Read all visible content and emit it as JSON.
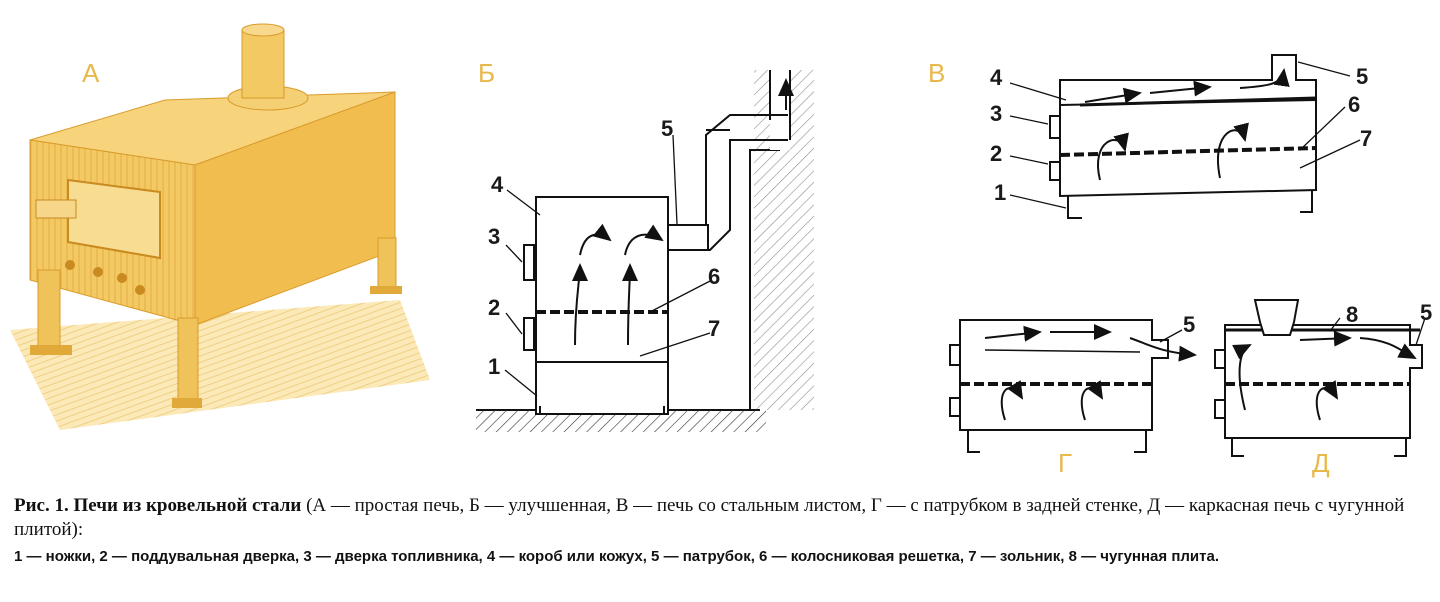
{
  "panels": {
    "a": "А",
    "b": "Б",
    "v": "В",
    "g": "Г",
    "d": "Д"
  },
  "part_labels": {
    "p1": "1",
    "p2": "2",
    "p3": "3",
    "p4": "4",
    "p5": "5",
    "p6": "6",
    "p7": "7",
    "p8": "8"
  },
  "caption": {
    "lead": "Рис. 1. Печи из кровельной стали",
    "text": " (А — простая печь, Б — улучшенная, В — печь со стальным листом, Г — с патрубком в задней стенке, Д — каркасная печь с чугунной плитой):",
    "legend": "1 — ножки, 2 — поддувальная дверка, 3 — дверка топливника, 4 — короб или кожух, 5 — патрубок, 6 — колосниковая решетка, 7 — зольник, 8 — чугунная плита."
  },
  "colors": {
    "stove_yellow": "#f0c25a",
    "stove_shadow": "#e0a93a",
    "ink": "#1a1a1a"
  }
}
